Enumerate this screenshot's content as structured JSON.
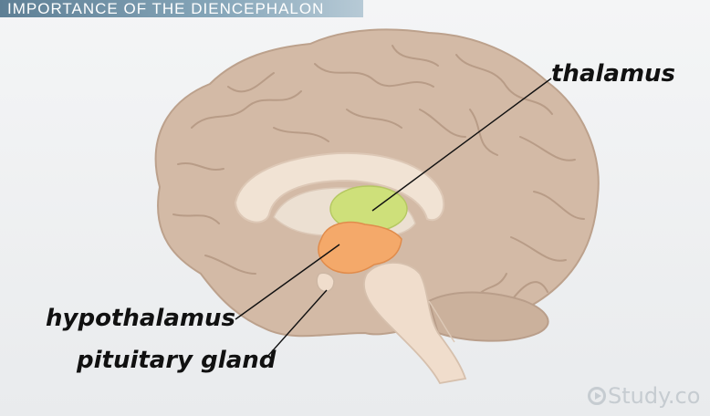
{
  "title": "IMPORTANCE OF THE DIENCEPHALON",
  "labels": {
    "thalamus": "thalamus",
    "hypothalamus": "hypothalamus",
    "pituitary": "pituitary gland"
  },
  "watermark": "Study.co",
  "colors": {
    "brain": "#d2b9a6",
    "brain_outline": "#b99e8a",
    "thalamus": "#cfe07a",
    "hypothalamus": "#f4a96a",
    "brainstem": "#f0ddcc",
    "title_bar": "#6f90a6"
  }
}
